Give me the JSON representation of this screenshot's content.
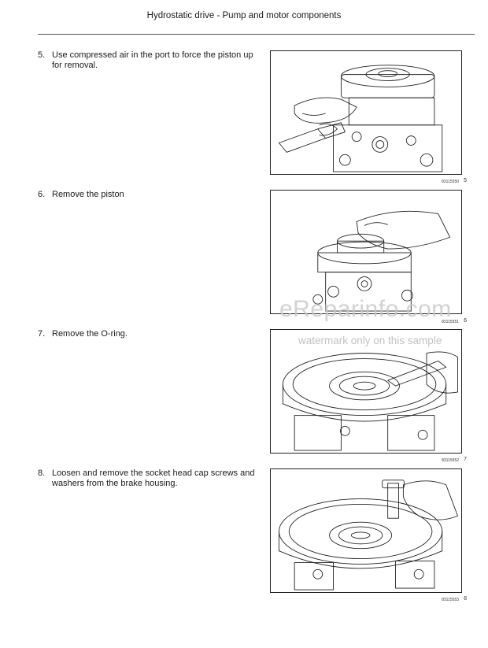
{
  "header": {
    "title": "Hydrostatic drive - Pump and motor components"
  },
  "steps": [
    {
      "num": "5.",
      "line1": "Use compressed air in the port to force the piston up",
      "line2": "for removal.",
      "fig_code": "83115550",
      "fig_num": "5"
    },
    {
      "num": "6.",
      "line1": "Remove the piston",
      "line2": "",
      "fig_code": "83115551",
      "fig_num": "6"
    },
    {
      "num": "7.",
      "line1": "Remove the O-ring.",
      "line2": "",
      "fig_code": "83115552",
      "fig_num": "7"
    },
    {
      "num": "8.",
      "line1": "Loosen and remove the socket head cap screws and",
      "line2": "washers from the brake housing.",
      "fig_code": "83115553",
      "fig_num": "8"
    }
  ],
  "watermark": {
    "site": "eReparinfo.com",
    "note": "watermark only on this sample"
  }
}
